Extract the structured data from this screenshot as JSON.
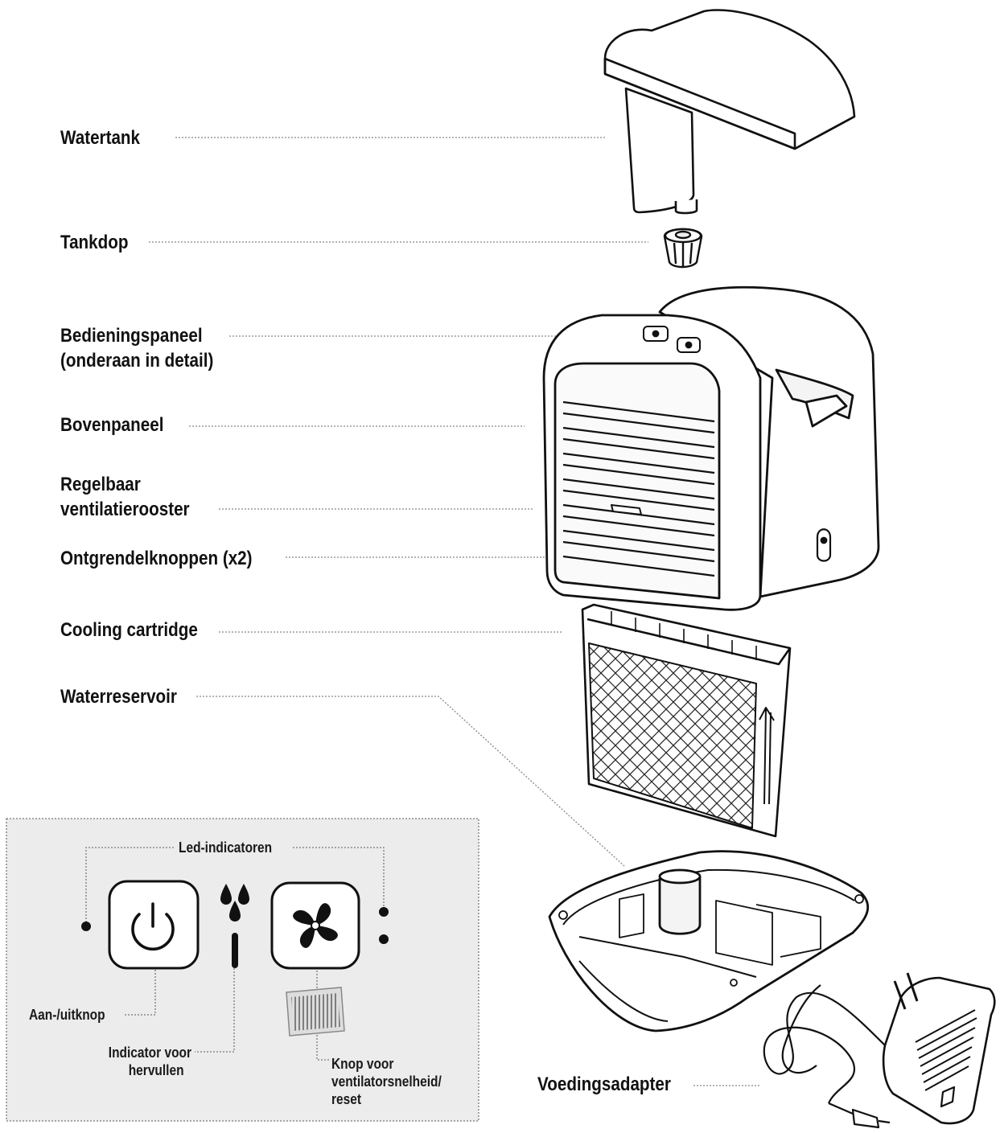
{
  "labels": {
    "watertank": "Watertank",
    "tankdop": "Tankdop",
    "bedieningspaneel_line1": "Bedieningspaneel",
    "bedieningspaneel_line2": "(onderaan in detail)",
    "bovenpaneel": "Bovenpaneel",
    "regelbaar_line1": "Regelbaar",
    "regelbaar_line2": "ventilatierooster",
    "ontgrendelknoppen": "Ontgrendelknoppen (x2)",
    "cooling_cartridge": "Cooling cartridge",
    "waterreservoir": "Waterreservoir",
    "voedingsadapter": "Voedingsadapter"
  },
  "panel": {
    "led_indicatoren": "Led-indicatoren",
    "aan_uitknop": "Aan-/uitknop",
    "indicator_line1": "Indicator voor",
    "indicator_line2": "hervullen",
    "knop_line1": "Knop voor",
    "knop_line2": "ventilatorsnelheid/",
    "knop_line3": "reset"
  },
  "icons": {
    "power": "power-icon",
    "water_drops": "water-drops-icon",
    "fan": "fan-icon"
  },
  "colors": {
    "line": "#111111",
    "panel_bg": "#ececec",
    "leader": "#777777"
  }
}
